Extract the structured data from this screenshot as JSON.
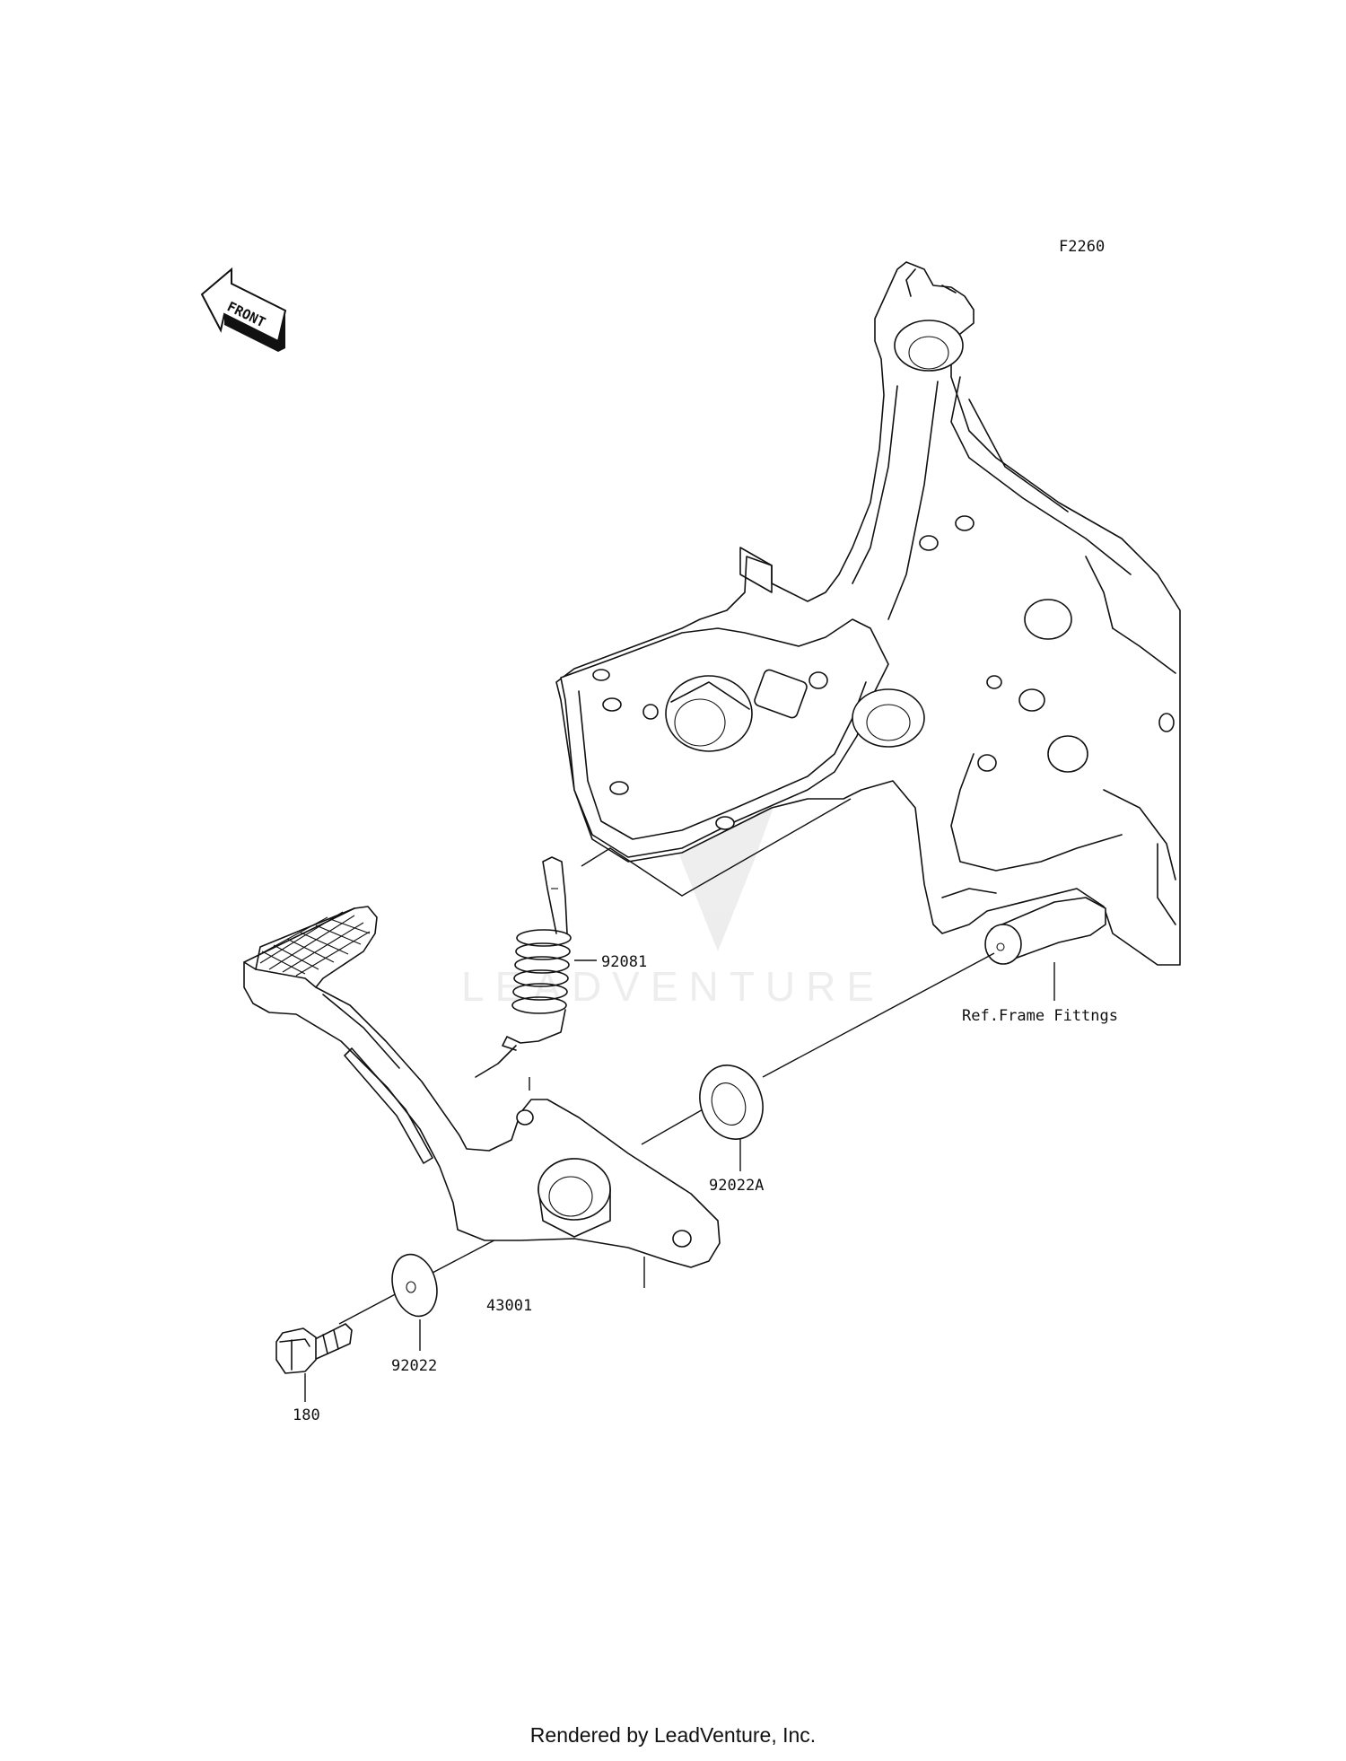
{
  "diagram_code": "F2260",
  "front_label": "FRONT",
  "watermark": "LEADVENTURE",
  "footer": "Rendered by LeadVenture, Inc.",
  "parts": [
    {
      "id": "spring",
      "label": "92081"
    },
    {
      "id": "pedal",
      "label": "43001"
    },
    {
      "id": "collar",
      "label": "92022A"
    },
    {
      "id": "washer",
      "label": "92022"
    },
    {
      "id": "bolt",
      "label": "180"
    },
    {
      "id": "frame",
      "label": "Ref.Frame Fittngs"
    }
  ]
}
